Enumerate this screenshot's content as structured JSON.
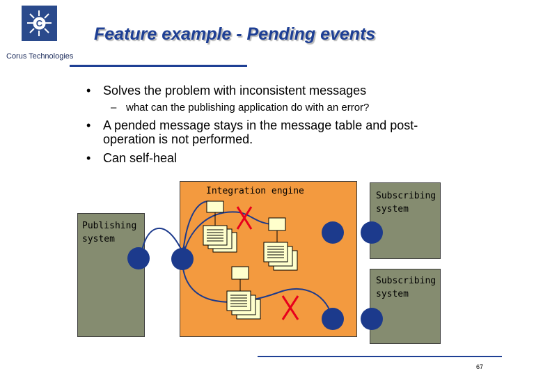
{
  "header": {
    "logo_text": "Corus Technologies",
    "title": "Feature example - Pending events"
  },
  "bullets": {
    "b1": "Solves the problem with inconsistent messages",
    "b1_sub": "what can the publishing application do with an error?",
    "b2_line1": "A pended message stays in the message table and post-",
    "b2_line2": "operation is not performed.",
    "b3": "Can self-heal",
    "bullet_glyph": "•",
    "dash_glyph": "–"
  },
  "diagram": {
    "engine_label": "Integration engine",
    "publishing_label_1": "Publishing",
    "publishing_label_2": "system",
    "subscribing_top_1": "Subscribing",
    "subscribing_top_2": "system",
    "subscribing_bottom_1": "Subscribing",
    "subscribing_bottom_2": "system",
    "error_color": "#e8001c",
    "node_color": "#1c3a8c"
  },
  "footer": {
    "page_number": "67"
  }
}
